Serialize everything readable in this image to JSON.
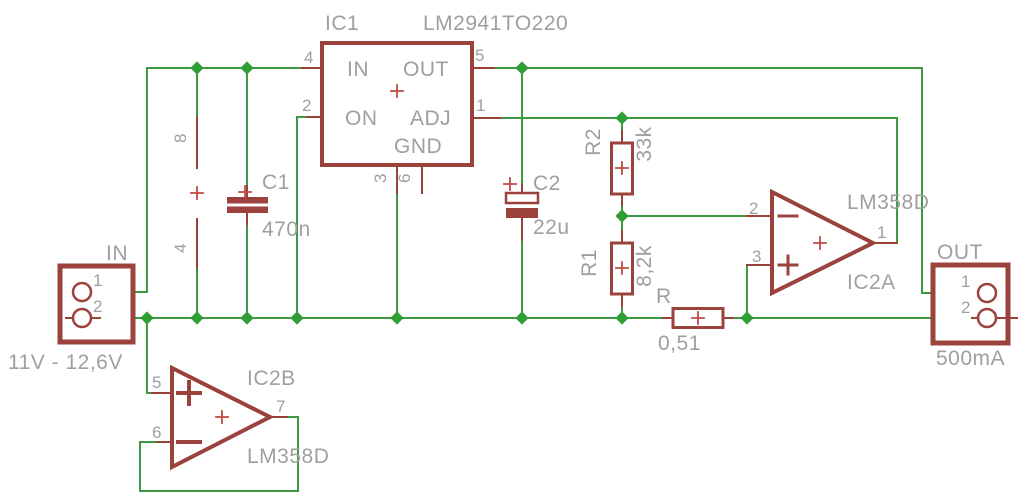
{
  "schematic": {
    "colors": {
      "wire_green": "#3d9a40",
      "junction_green": "#2f9e35",
      "symbol_maroon": "#9c423c",
      "origin_cross_red": "#bf4a42",
      "label_gray": "#9f9f9f",
      "background": "#ffffff"
    },
    "ic1": {
      "ref": "IC1",
      "part": "LM2941TO220",
      "pin_in": "IN",
      "pin_out": "OUT",
      "pin_on": "ON",
      "pin_adj": "ADJ",
      "pin_gnd": "GND",
      "num_in": "4",
      "num_out": "5",
      "num_on": "2",
      "num_adj": "1",
      "num_gnd": "3",
      "num_nc": "6"
    },
    "connector_in": {
      "name": "IN",
      "rating": "11V - 12,6V",
      "pin1": "1",
      "pin2": "2"
    },
    "connector_out": {
      "name": "OUT",
      "rating": "500mA",
      "pin1": "1",
      "pin2": "2"
    },
    "c1": {
      "ref": "C1",
      "value": "470n"
    },
    "c2": {
      "ref": "C2",
      "value": "22u"
    },
    "r2": {
      "ref": "R2",
      "value": "33k"
    },
    "r1": {
      "ref": "R1",
      "value": "8,2k"
    },
    "r": {
      "ref": "R",
      "value": "0,51"
    },
    "ic2a": {
      "ref": "IC2A",
      "part": "LM358D",
      "num_inverting": "2",
      "num_noninverting": "3",
      "num_output": "1"
    },
    "ic2b": {
      "ref": "IC2B",
      "part": "LM358D",
      "num_noninverting": "5",
      "num_inverting": "6",
      "num_output": "7"
    },
    "ic2_power": {
      "num_vcc": "8",
      "num_gnd": "4"
    }
  }
}
